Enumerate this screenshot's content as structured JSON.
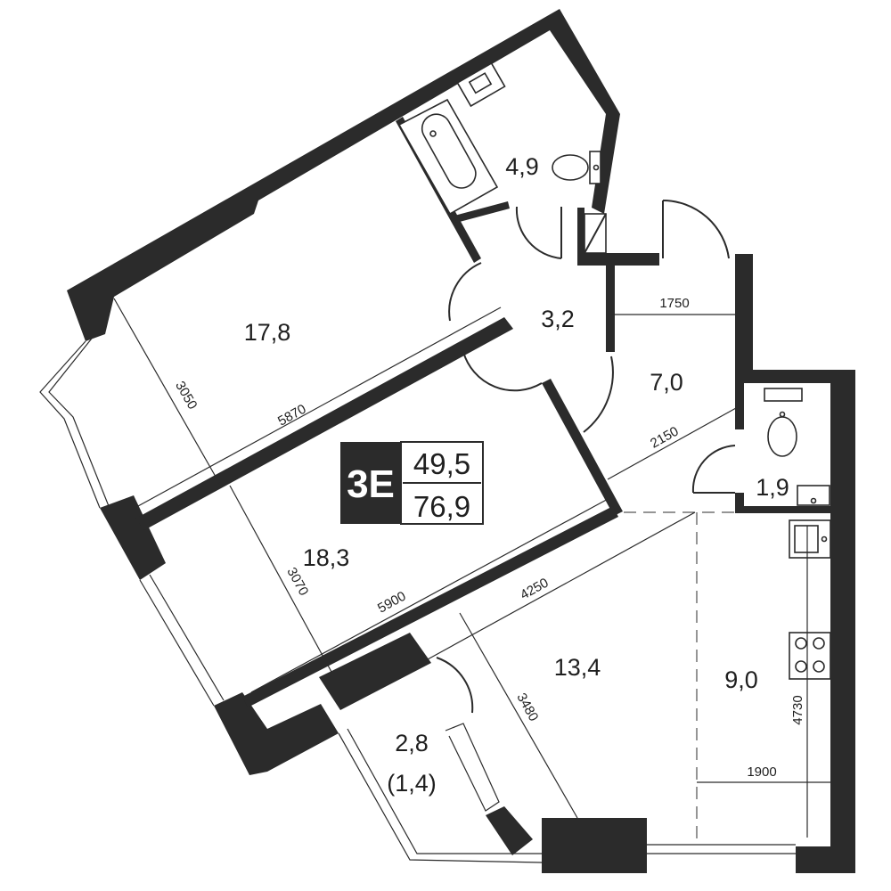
{
  "apartment": {
    "type_code": "3Е",
    "living_area": "49,5",
    "total_area": "76,9"
  },
  "rooms": [
    {
      "id": "bathroom",
      "label": "4,9"
    },
    {
      "id": "bedroom",
      "label": "17,8"
    },
    {
      "id": "hall",
      "label": "3,2"
    },
    {
      "id": "corridor",
      "label": "7,0"
    },
    {
      "id": "bedroom-2",
      "label": "18,3"
    },
    {
      "id": "wc",
      "label": "1,9"
    },
    {
      "id": "living",
      "label": "13,4"
    },
    {
      "id": "kitchen",
      "label": "9,0"
    },
    {
      "id": "balcony",
      "label": "2,8",
      "sublabel": "(1,4)"
    }
  ],
  "dimensions": [
    "3050",
    "5870",
    "1750",
    "2150",
    "3070",
    "5900",
    "4250",
    "3480",
    "4730",
    "1900"
  ],
  "colors": {
    "wall": "#2b2b2b",
    "badge_bg": "#2b2b2b",
    "background": "#ffffff"
  }
}
